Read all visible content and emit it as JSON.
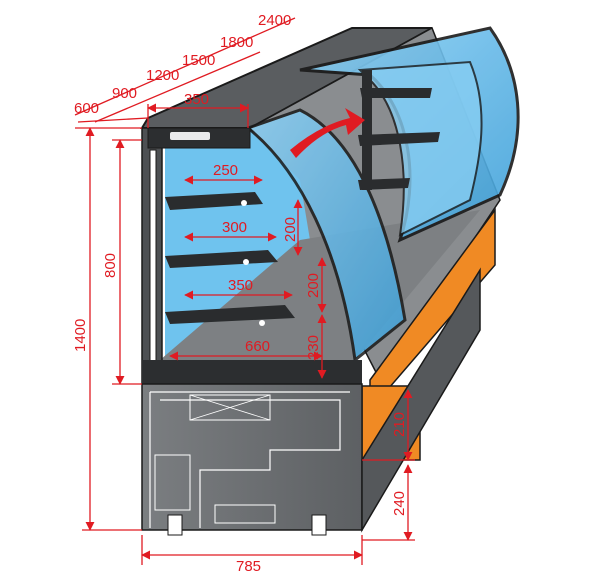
{
  "colors": {
    "dimension": "#e01b22",
    "body": "#6f7275",
    "top_panel": "#5a5d60",
    "glass": "#5fb8ea",
    "accent_panel": "#f08a24",
    "outline": "#1a1a1a"
  },
  "lengths": {
    "l600": "600",
    "l900": "900",
    "l1200": "1200",
    "l1500": "1500",
    "l1800": "1800",
    "l2400": "2400"
  },
  "depth_top": "350",
  "shelves": {
    "s1_depth": "250",
    "s2_depth": "300",
    "s3_depth": "350",
    "base_depth": "660",
    "gap_upper": "200",
    "gap_middle": "200",
    "gap_lower": "230"
  },
  "heights": {
    "display": "800",
    "total": "1400",
    "front_panel": "210",
    "plinth": "240"
  },
  "width_bottom": "785"
}
